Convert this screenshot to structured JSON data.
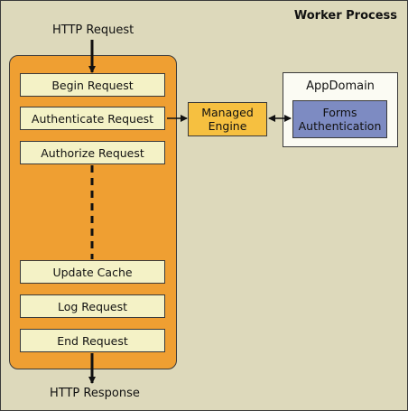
{
  "worker_process": {
    "label": "Worker Process"
  },
  "http_request": "HTTP Request",
  "http_response": "HTTP Response",
  "pipeline": {
    "stages": [
      "Begin Request",
      "Authenticate Request",
      "Authorize Request",
      "Update Cache",
      "Log Request",
      "End Request"
    ]
  },
  "managed_engine": {
    "line1": "Managed",
    "line2": "Engine"
  },
  "appdomain": {
    "label": "AppDomain",
    "forms_auth": {
      "line1": "Forms",
      "line2": "Authentication"
    }
  },
  "colors": {
    "worker_bg": "#ddd9bb",
    "pipeline_bg": "#ef9f32",
    "stage_bg": "#f4f2c6",
    "managed_bg": "#f6c040",
    "forms_bg": "#7d8bc2",
    "appdomain_bg": "#fbfbf3"
  }
}
